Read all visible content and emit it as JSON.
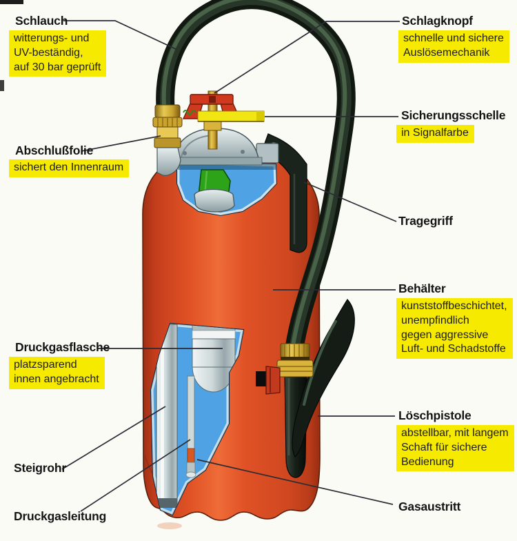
{
  "labels": {
    "schlauch": {
      "title": "Schlauch",
      "note": "witterungs- und\nUV-beständig,\nauf 30 bar geprüft"
    },
    "schlagknopf": {
      "title": "Schlagknopf",
      "note": "schnelle und sichere\nAuslösemechanik"
    },
    "sicherungsschelle": {
      "title": "Sicherungsschelle",
      "note": "in Signalfarbe"
    },
    "abschlussfolie": {
      "title": "Abschlußfolie",
      "note": "sichert den Innenraum"
    },
    "tragegriff": {
      "title": "Tragegriff"
    },
    "behaelter": {
      "title": "Behälter",
      "note": "kunststoffbeschichtet,\nunempfindlich\ngegen aggressive\nLuft- und Schadstoffe"
    },
    "druckgasflasche": {
      "title": "Druckgasflasche",
      "note": "platzsparend\ninnen angebracht"
    },
    "loeschpistole": {
      "title": "Löschpistole",
      "note": "abstellbar, mit langem\nSchaft für sichere\nBedienung"
    },
    "steigrohr": {
      "title": "Steigrohr"
    },
    "druckgasleitung": {
      "title": "Druckgasleitung"
    },
    "gasaustritt": {
      "title": "Gasaustritt"
    }
  },
  "palette": {
    "highlight_yellow": "#F6EA00",
    "tank_orange": "#DD4E24",
    "cutaway_blue": "#4FA3E4",
    "bottle_green": "#2CA318",
    "hose_black": "#161F17",
    "brass": "#CAA22E",
    "knob_red": "#CF3A1F",
    "text": "#141414",
    "background": "#FBFBF6"
  }
}
